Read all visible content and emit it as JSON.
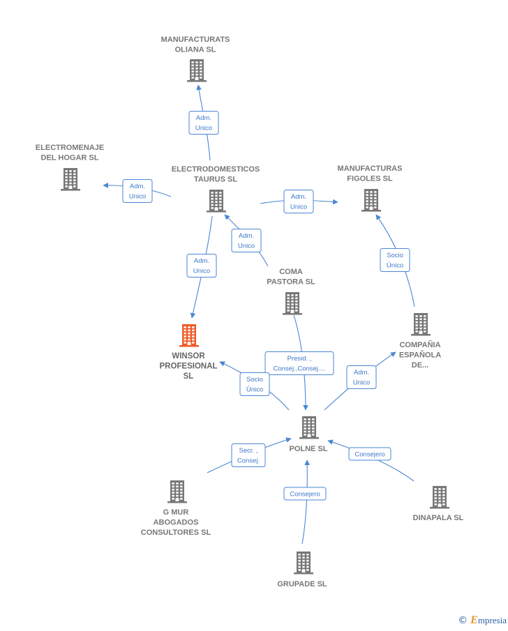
{
  "colors": {
    "edge": "#4a86d4",
    "building": "#777777",
    "building_highlight": "#f05a28",
    "label": "#777777"
  },
  "nodes": [
    {
      "id": "manufacturats",
      "lines": [
        "MANUFACTURATS",
        "OLIANA SL"
      ],
      "icon": "building-icon"
    },
    {
      "id": "electromenaje",
      "lines": [
        "ELECTROMENAJE",
        "DEL HOGAR SL"
      ],
      "icon": "building-icon"
    },
    {
      "id": "taurus",
      "lines": [
        "ELECTRODOMESTICOS",
        "TAURUS SL"
      ],
      "icon": "building-icon"
    },
    {
      "id": "figoles",
      "lines": [
        "MANUFACTURAS",
        "FIGOLES SL"
      ],
      "icon": "building-icon"
    },
    {
      "id": "coma",
      "lines": [
        "COMA",
        "PASTORA SL"
      ],
      "icon": "building-icon"
    },
    {
      "id": "winsor",
      "lines": [
        "WINSOR",
        "PROFESIONAL",
        "SL"
      ],
      "icon": "building-icon",
      "highlight": true
    },
    {
      "id": "compania",
      "lines": [
        "COMPAÑIA",
        "ESPAÑOLA",
        "DE..."
      ],
      "icon": "building-icon"
    },
    {
      "id": "polne",
      "lines": [
        "POLNE SL"
      ],
      "icon": "building-icon"
    },
    {
      "id": "gmur",
      "lines": [
        "G MUR",
        "ABOGADOS",
        "CONSULTORES SL"
      ],
      "icon": "building-icon"
    },
    {
      "id": "dinapala",
      "lines": [
        "DINAPALA SL"
      ],
      "icon": "building-icon"
    },
    {
      "id": "grupade",
      "lines": [
        "GRUPADE  SL"
      ],
      "icon": "building-icon"
    }
  ],
  "edges": [
    {
      "id": "taurus-manufacturats",
      "lines": [
        "Adm.",
        "Unico"
      ]
    },
    {
      "id": "taurus-electromenaje",
      "lines": [
        "Adm.",
        "Unico"
      ]
    },
    {
      "id": "taurus-figoles",
      "lines": [
        "Adm.",
        "Unico"
      ]
    },
    {
      "id": "coma-taurus",
      "lines": [
        "Adm.",
        "Unico"
      ]
    },
    {
      "id": "taurus-winsor",
      "lines": [
        "Adm.",
        "Unico"
      ]
    },
    {
      "id": "compania-figoles",
      "lines": [
        "Socio",
        "Único"
      ]
    },
    {
      "id": "coma-polne",
      "lines": [
        "Presid. ,",
        "Consej.,Consej...."
      ]
    },
    {
      "id": "polne-winsor",
      "lines": [
        "Socio",
        "Único"
      ]
    },
    {
      "id": "polne-compania",
      "lines": [
        "Adm.",
        "Unico"
      ]
    },
    {
      "id": "gmur-polne",
      "lines": [
        "Secr. ,",
        "Consej."
      ]
    },
    {
      "id": "dinapala-polne",
      "lines": [
        "Consejero"
      ]
    },
    {
      "id": "grupade-polne",
      "lines": [
        "Consejero"
      ]
    }
  ],
  "footer": {
    "copyright": "©",
    "brand_initial": "E",
    "brand_rest": "mpresia"
  }
}
